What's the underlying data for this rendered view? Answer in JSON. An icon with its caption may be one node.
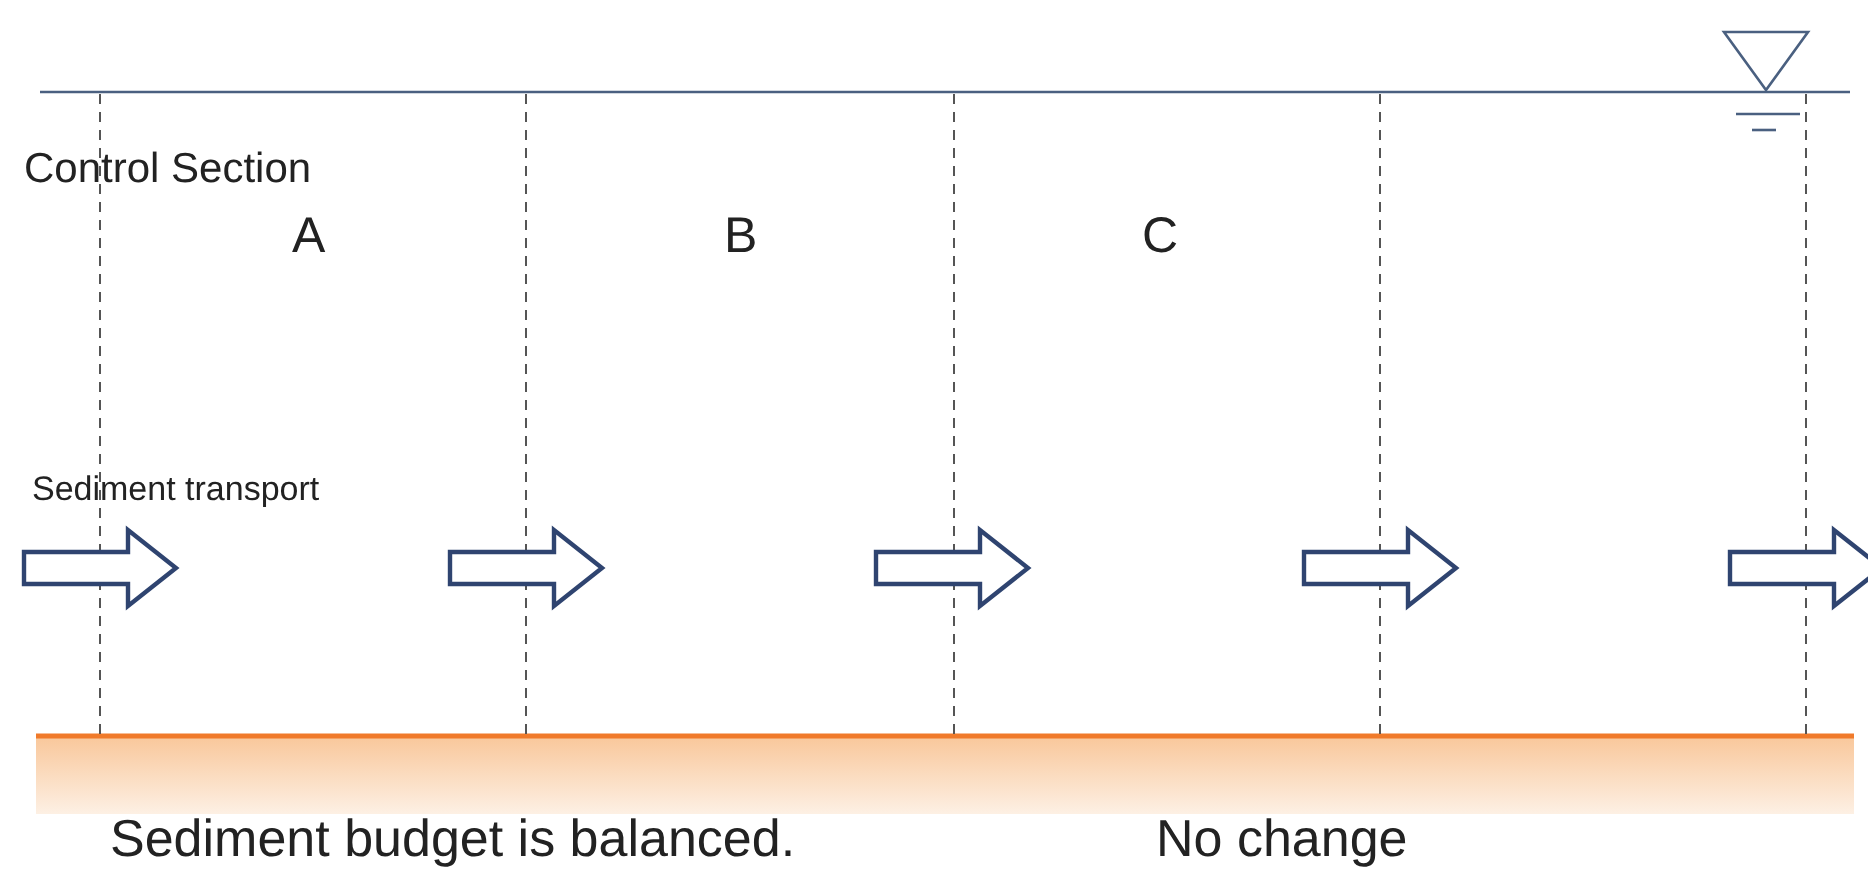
{
  "diagram": {
    "labels": [
      "Control Section",
      "A",
      "B",
      "C",
      "Sediment transport",
      "Sediment budget is balanced.",
      "No change"
    ]
  }
}
